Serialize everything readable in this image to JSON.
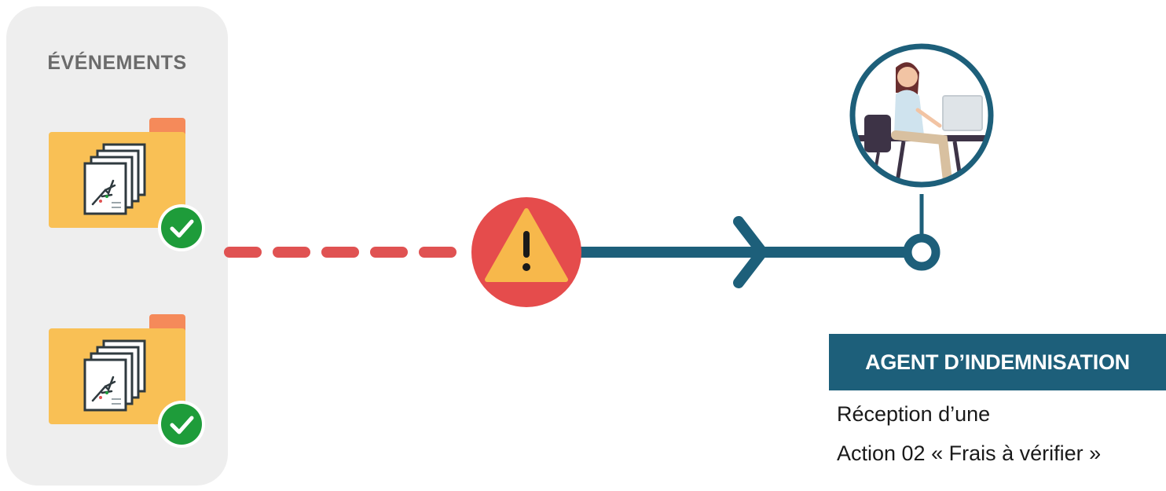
{
  "panel": {
    "title": "ÉVÉNEMENTS",
    "items": [
      {
        "status": "check-icon"
      },
      {
        "status": "check-icon"
      }
    ]
  },
  "flow": {
    "warning_icon": "warning-icon",
    "arrow_icon": "chevron-right-icon",
    "colors": {
      "dashed": "#e05252",
      "line": "#1d5f7a",
      "warning_bg": "#e54c4c",
      "warning_triangle": "#f7b84b",
      "folder": "#f9c055",
      "folder_tab": "#f58a5a",
      "check": "#1e9c3a"
    }
  },
  "agent": {
    "title": "AGENT D’INDEMNISATION",
    "description_line1": "Réception d’une",
    "description_line2": "Action 02 « Frais à vérifier »"
  }
}
